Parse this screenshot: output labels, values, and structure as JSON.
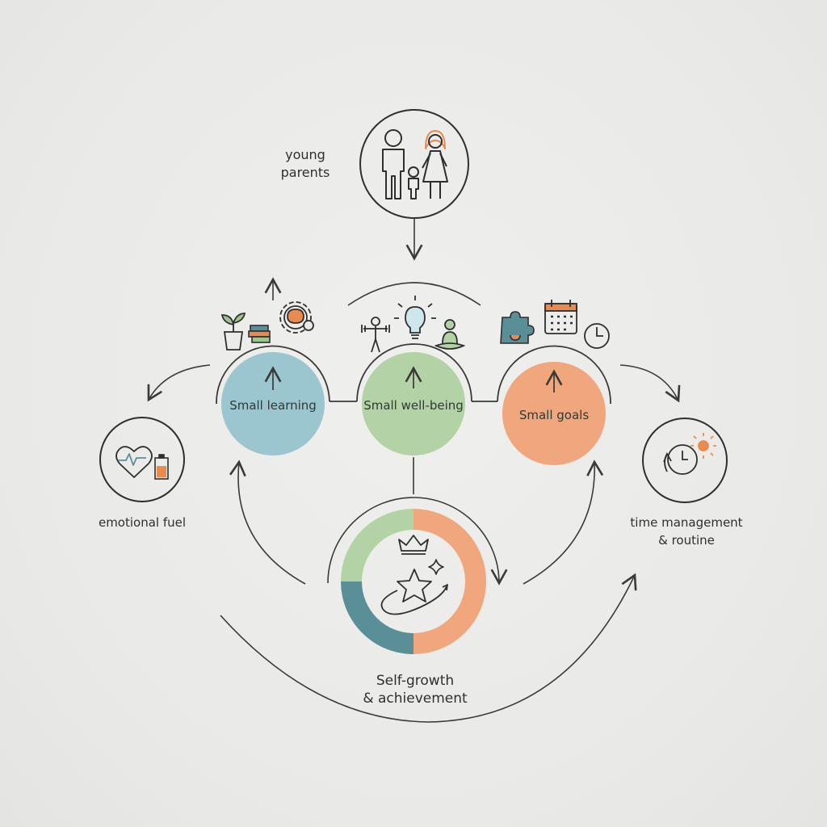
{
  "audience": {
    "label": "young\nparents"
  },
  "nodes": [
    {
      "id": "learning",
      "label": "Small learning",
      "color": "#9cc6cf"
    },
    {
      "id": "wellbeing",
      "label": "Small well-being",
      "color": "#b3d2a5"
    },
    {
      "id": "goals",
      "label": "Small goals",
      "color": "#f0a77d"
    }
  ],
  "outcomes": {
    "emotional_fuel": "emotional fuel",
    "time_management": "time management\n& routine",
    "self_growth": "Self-growth\n& achievement"
  },
  "ring": {
    "segments": [
      {
        "name": "green",
        "color": "#b3d2a5"
      },
      {
        "name": "teal",
        "color": "#5a8f97"
      },
      {
        "name": "orange",
        "color": "#f0a77d"
      }
    ]
  },
  "colors": {
    "stroke": "#3a3a3a",
    "accent_orange": "#e98a4f",
    "accent_teal": "#5a8f97"
  }
}
